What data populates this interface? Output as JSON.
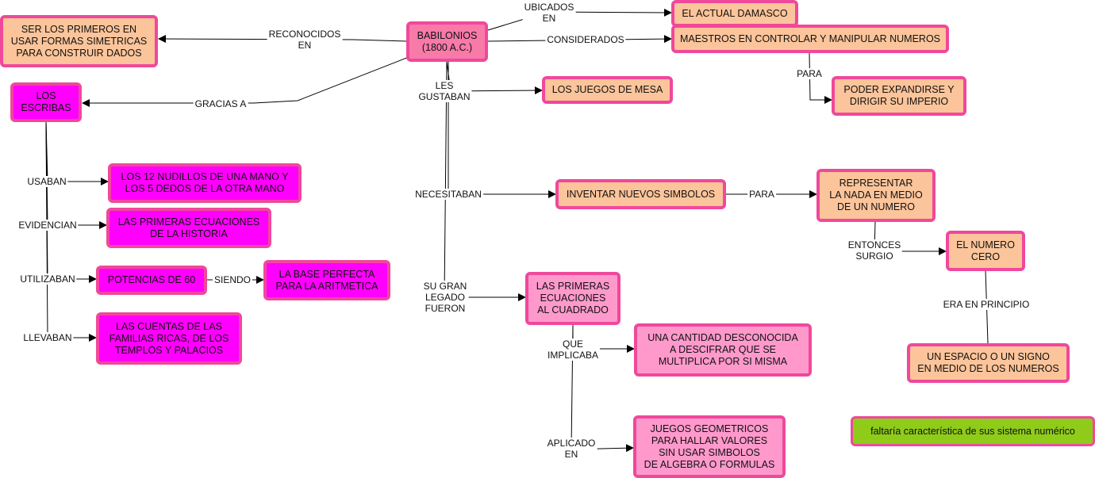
{
  "nodes": {
    "babilonios": "BABILONIOS\n(1800 A.C.)",
    "dados": "SER LOS PRIMEROS EN\nUSAR FORMAS SIMETRICAS\nPARA CONSTRUIR DADOS",
    "escribas": "LOS\nESCRIBAS",
    "damasco": "EL ACTUAL DAMASCO",
    "maestros": "MAESTROS EN CONTROLAR Y MANIPULAR NUMEROS",
    "expandirse": "PODER EXPANDIRSE Y\nDIRIGIR SU IMPERIO",
    "juegos_mesa": "LOS JUEGOS DE MESA",
    "nudillos": "LOS 12 NUDILLOS DE UNA MANO Y\nLOS 5 DEDOS DE LA OTRA MANO",
    "ecuaciones_historia": "LAS PRIMERAS ECUACIONES\nDE LA HISTORIA",
    "potencias": "POTENCIAS DE 60",
    "base_perfecta": "LA BASE PERFECTA\nPARA LA ARITMETICA",
    "cuentas": "LAS CUENTAS DE LAS\nFAMILIAS RICAS, DE LOS\nTEMPLOS Y PALACIOS",
    "simbolos": "INVENTAR NUEVOS SIMBOLOS",
    "representar": "REPRESENTAR\nLA NADA EN MEDIO\nDE UN NUMERO",
    "cero": "EL NUMERO\nCERO",
    "espacio": "UN ESPACIO O UN SIGNO\nEN MEDIO DE LOS NUMEROS",
    "ecuaciones_cuadrado": "LAS PRIMERAS\nECUACIONES\nAL CUADRADO",
    "cantidad": "UNA CANTIDAD DESCONOCIDA\nA DESCIFRAR QUE SE\nMULTIPLICA POR SI MISMA",
    "geometricos": "JUEGOS GEOMETRICOS\nPARA HALLAR VALORES\nSIN USAR SIMBOLOS\nDE ALGEBRA O FORMULAS",
    "falta": "faltaría característica de sus sistema numérico"
  },
  "labels": {
    "reconocidos": "RECONOCIDOS\nEN",
    "ubicados": "UBICADOS\nEN",
    "considerados": "CONSIDERADOS",
    "gracias": "GRACIAS A",
    "les_gustaban": "LES\nGUSTABAN",
    "para1": "PARA",
    "usaban": "USABAN",
    "evidencian": "EVIDENCIAN",
    "utilizaban": "UTILIZABAN",
    "siendo": "SIENDO",
    "llevaban": "LLEVABAN",
    "necesitaban": "NECESITABAN",
    "para2": "PARA",
    "entonces": "ENTONCES\nSURGIO",
    "era": "ERA EN PRINCIPIO",
    "legado": "SU GRAN\nLEGADO\nFUERON",
    "implicaba": "QUE\nIMPLICABA",
    "aplicado": "APLICADO\nEN"
  }
}
